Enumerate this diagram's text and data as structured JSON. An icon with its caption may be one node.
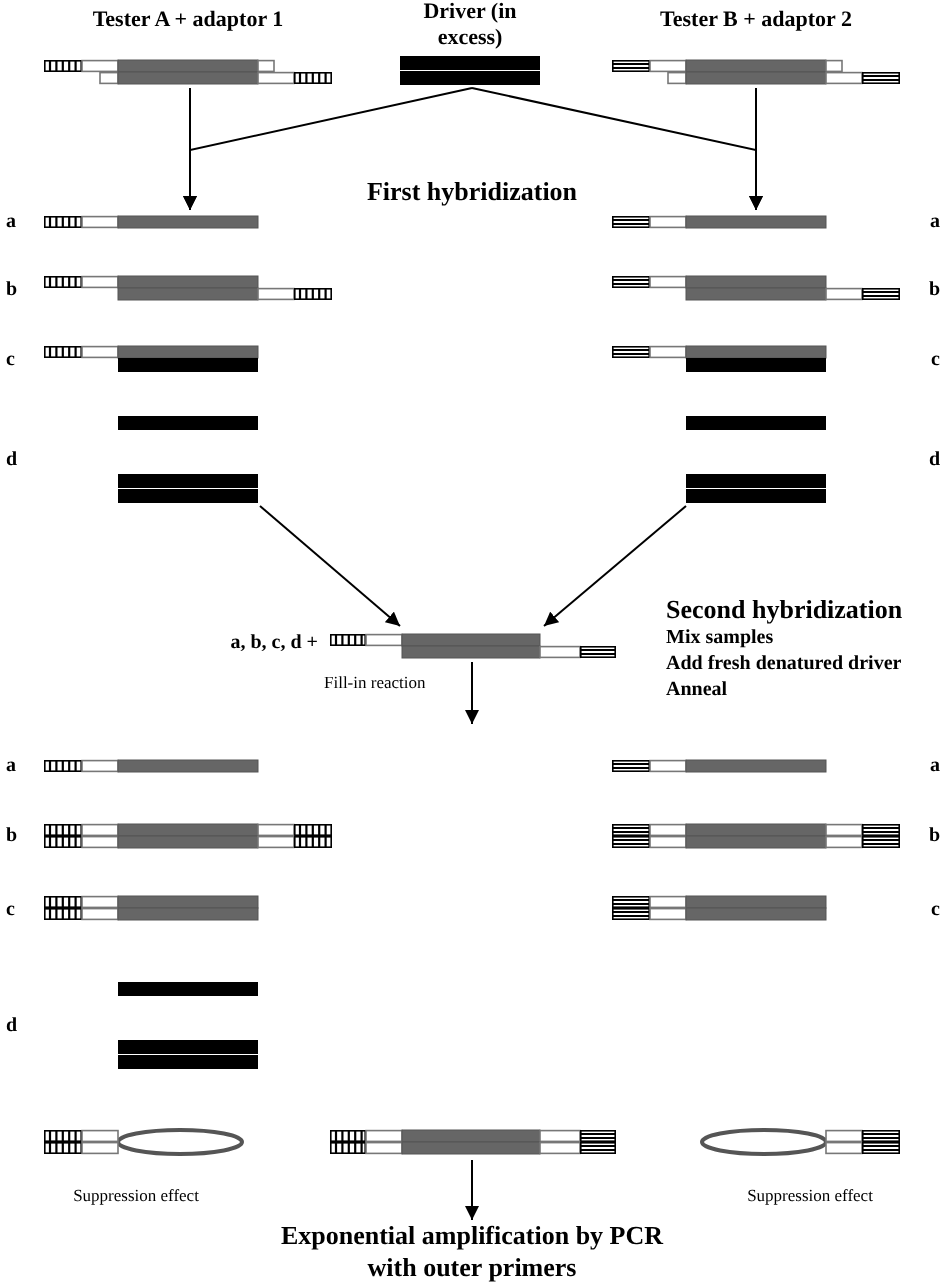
{
  "diagram": {
    "nodes": [
      {
        "text": [
          "Tester A + adaptor 1"
        ]
      },
      {
        "text": [
          "Driver (in excess)"
        ]
      },
      {
        "text": [
          "Tester B + adaptor 2"
        ]
      },
      {
        "text": [],
        "shape": "bar"
      },
      {
        "text": [],
        "shape": "bar"
      },
      {
        "text": [],
        "shape": "bar",
        "beside": [
          "a, b, c, d +"
        ]
      },
      {
        "text": [],
        "shape": "bar"
      },
      {
        "text": [
          "Exponential amplification by PCR with outer primers"
        ]
      }
    ],
    "edges": [
      {
        "from": 0,
        "to": 3,
        "arrow": "to"
      },
      {
        "from": 1,
        "to": 3,
        "arrow": "to"
      },
      {
        "from": 2,
        "to": 4,
        "arrow": "to"
      },
      {
        "from": 1,
        "to": 4,
        "arrow": "to"
      },
      {
        "from": 3,
        "to": 5,
        "arrow": "to"
      },
      {
        "from": 4,
        "to": 5,
        "arrow": "to"
      },
      {
        "from": 5,
        "to": null,
        "arrow": "to",
        "label": "Fill-in reaction"
      },
      {
        "from": 6,
        "to": 7,
        "arrow": "to"
      }
    ],
    "labels": [
      "First hybridization",
      "a",
      "a",
      "b",
      "b",
      "c",
      "c",
      "d",
      "d",
      "Second hybridization",
      "Mix samples",
      "Add fresh denatured driver",
      "Anneal",
      "a",
      "a",
      "b",
      "b",
      "c",
      "c",
      "d",
      "Suppression effect",
      "Suppression effect"
    ]
  }
}
